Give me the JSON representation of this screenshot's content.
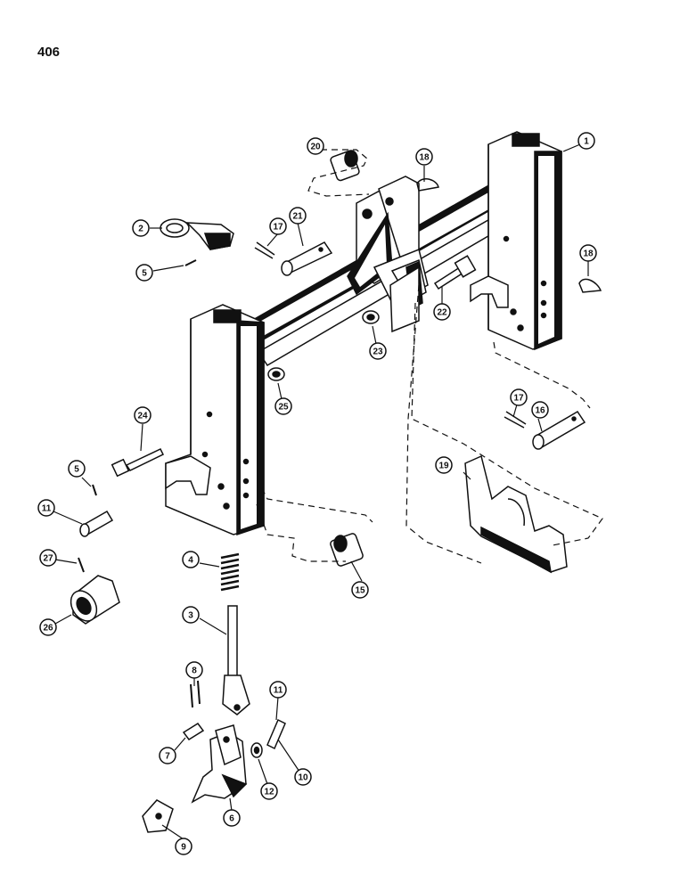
{
  "page": {
    "number": "406"
  },
  "colors": {
    "ink": "#111111",
    "paper": "#ffffff"
  },
  "callouts": {
    "c1": "1",
    "c2": "2",
    "c3": "3",
    "c4": "4",
    "c5a": "5",
    "c5b": "5",
    "c6": "6",
    "c7": "7",
    "c8": "8",
    "c9": "9",
    "c10": "10",
    "c11a": "11",
    "c11b": "11",
    "c12": "12",
    "c15": "15",
    "c16": "16",
    "c17a": "17",
    "c17b": "17",
    "c18a": "18",
    "c18b": "18",
    "c19": "19",
    "c20": "20",
    "c21": "21",
    "c22": "22",
    "c23": "23",
    "c24": "24",
    "c25": "25",
    "c26": "26",
    "c27": "27"
  }
}
